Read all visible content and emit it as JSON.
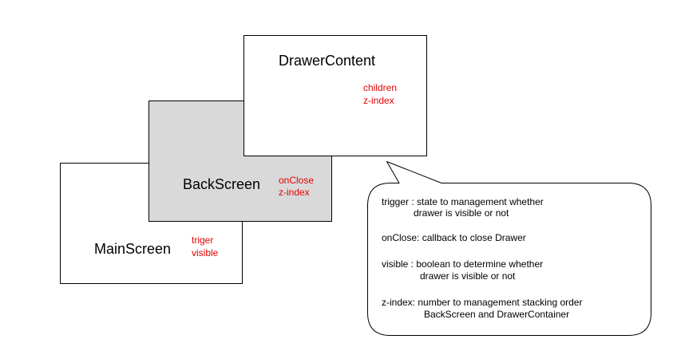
{
  "boxes": {
    "main_screen": {
      "title": "MainScreen",
      "props": [
        "triger",
        "visible"
      ]
    },
    "back_screen": {
      "title": "BackScreen",
      "props": [
        "onClose",
        "z-index"
      ],
      "fill": "#d9d9d9"
    },
    "drawer_content": {
      "title": "DrawerContent",
      "props": [
        "children",
        "z-index"
      ]
    }
  },
  "note": {
    "trigger_line1": "trigger : state to management whether",
    "trigger_line2": "drawer is visible or not",
    "onclose_line1": "onClose: callback to close Drawer",
    "visible_line1": "visible : boolean to determine whether",
    "visible_line2": "drawer is visible or not",
    "zindex_line1": "z-index: number to management stacking order",
    "zindex_line2": "BackScreen and DrawerContainer"
  },
  "colors": {
    "prop_label": "#e60000",
    "back_screen_fill": "#d9d9d9",
    "border": "#000000"
  }
}
